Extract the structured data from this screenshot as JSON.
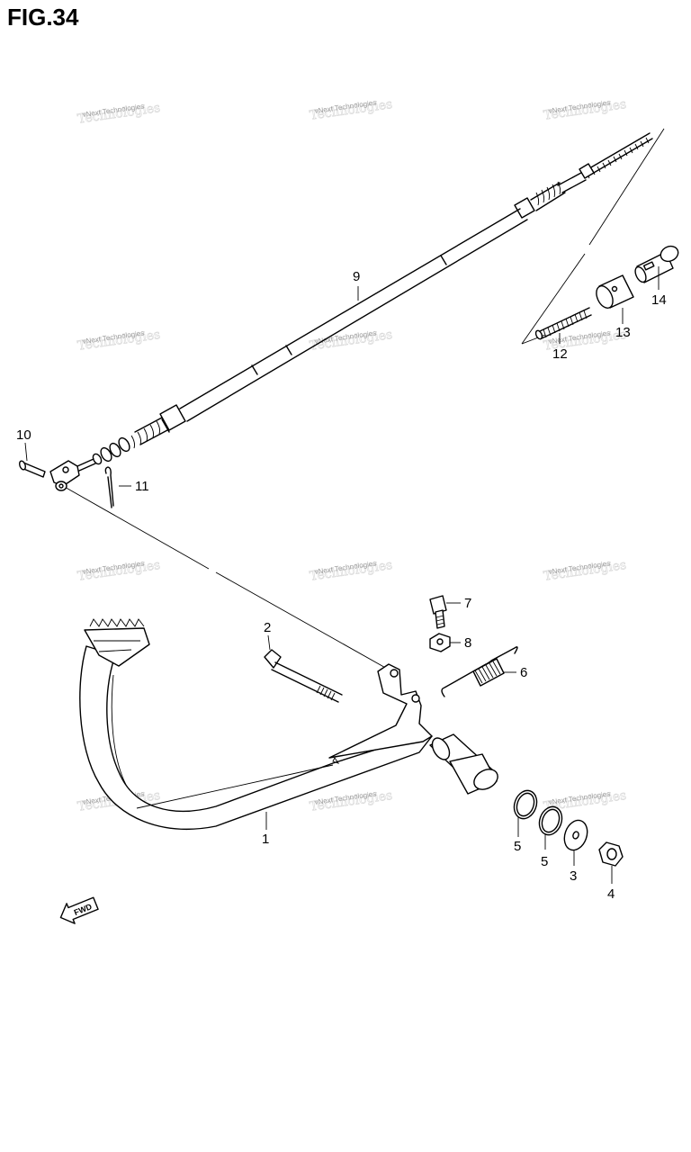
{
  "figure_title": "FIG.34",
  "watermark_text": "vNext Technologies",
  "fwd_label": "FWD",
  "callouts": {
    "c1": "1",
    "c2": "2",
    "c3": "3",
    "c4": "4",
    "c5a": "5",
    "c5b": "5",
    "c6": "6",
    "c7": "7",
    "c8": "8",
    "c9": "9",
    "c10": "10",
    "c11": "11",
    "c12": "12",
    "c13": "13",
    "c14": "14"
  }
}
